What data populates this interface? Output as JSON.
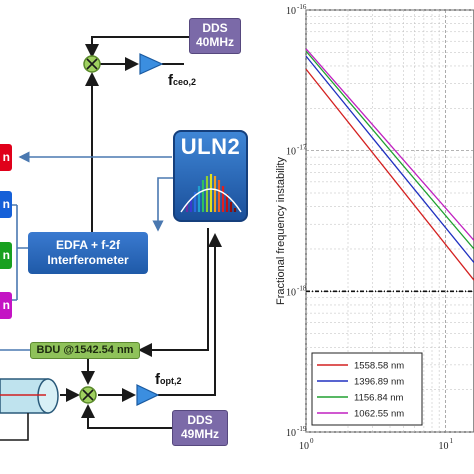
{
  "diagram": {
    "dds_top": {
      "line1": "DDS",
      "line2": "40MHz"
    },
    "dds_bottom": {
      "line1": "DDS",
      "line2": "49MHz"
    },
    "f_ceo": {
      "base": "f",
      "sub": "ceo,2"
    },
    "f_opt": {
      "base": "f",
      "sub": "opt,2"
    },
    "uln": "ULN2",
    "edfa": {
      "line1": "EDFA + f-2f",
      "line2": "Interferometer"
    },
    "bdu": "BDU @1542.54 nm",
    "left_tag_letter": "n",
    "colors": {
      "box_red": "#e0001a",
      "box_blue": "#1560d8",
      "box_green": "#18a020",
      "box_magenta": "#c414c4",
      "dds": "#7b6aa8",
      "bdu": "#8fc25a",
      "arrow": "#1a1a1a",
      "filter": "#2a7fd4",
      "mixer": "#7fbf3f"
    }
  },
  "chart_data": {
    "type": "line",
    "scale": "log-log",
    "ylabel": "Fractional frequency instability",
    "y_ticks": [
      "10",
      "10",
      "10",
      "10"
    ],
    "y_exps": [
      "-16",
      "-17",
      "-18",
      "-19"
    ],
    "x_ticks": [
      "10",
      "10"
    ],
    "x_exps": [
      "0",
      "1"
    ],
    "xlim": [
      1,
      16
    ],
    "ylim": [
      1e-19,
      1e-16
    ],
    "reference_level": 1e-18,
    "series": [
      {
        "name": "1558.58 nm",
        "color": "#d42020",
        "x": [
          1,
          16
        ],
        "y": [
          3.8e-17,
          1.2e-18
        ]
      },
      {
        "name": "1396.89 nm",
        "color": "#2030c0",
        "x": [
          1,
          16
        ],
        "y": [
          4.7e-17,
          1.6e-18
        ]
      },
      {
        "name": "1156.84 nm",
        "color": "#20a030",
        "x": [
          1,
          16
        ],
        "y": [
          5.1e-17,
          2e-18
        ]
      },
      {
        "name": "1062.55 nm",
        "color": "#c020c0",
        "x": [
          1,
          16
        ],
        "y": [
          5.3e-17,
          2.3e-18
        ]
      }
    ]
  }
}
